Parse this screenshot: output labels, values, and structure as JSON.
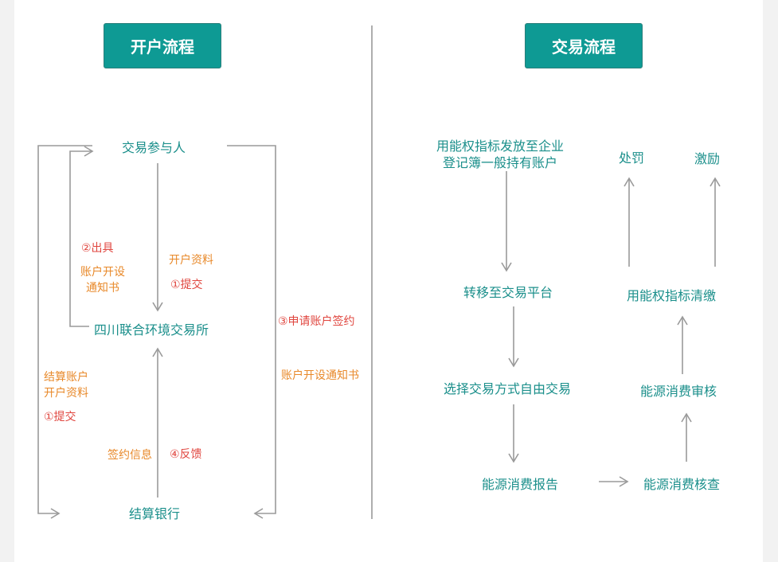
{
  "colors": {
    "teal": "#0e9a94",
    "text_teal": "#1b8f8b",
    "orange": "#e8892a",
    "red": "#e0463f",
    "arrow": "#9a9a9a"
  },
  "left": {
    "title": "开户流程",
    "nodes": {
      "participant": "交易参与人",
      "exchange": "四川联合环境交易所",
      "bank": "结算银行"
    },
    "notes": {
      "issue": "②出具",
      "notice_1": "账户开设",
      "notice_2": "通知书",
      "open_info": "开户资料",
      "submit_1": "①提交",
      "apply_sign": "③申请账户签约",
      "account_notice": "账户开设通知书",
      "settle_1": "结算账户",
      "settle_2": "开户资料",
      "submit_2": "①提交",
      "sign_info": "签约信息",
      "feedback": "④反馈"
    }
  },
  "right": {
    "title": "交易流程",
    "nodes": {
      "issue_quota_1": "用能权指标发放至企业",
      "issue_quota_2": "登记簿一般持有账户",
      "transfer": "转移至交易平台",
      "trade": "选择交易方式自由交易",
      "report": "能源消费报告",
      "verify": "能源消费核查",
      "audit": "能源消费审核",
      "settle": "用能权指标清缴",
      "penalty": "处罚",
      "incentive": "激励"
    }
  }
}
